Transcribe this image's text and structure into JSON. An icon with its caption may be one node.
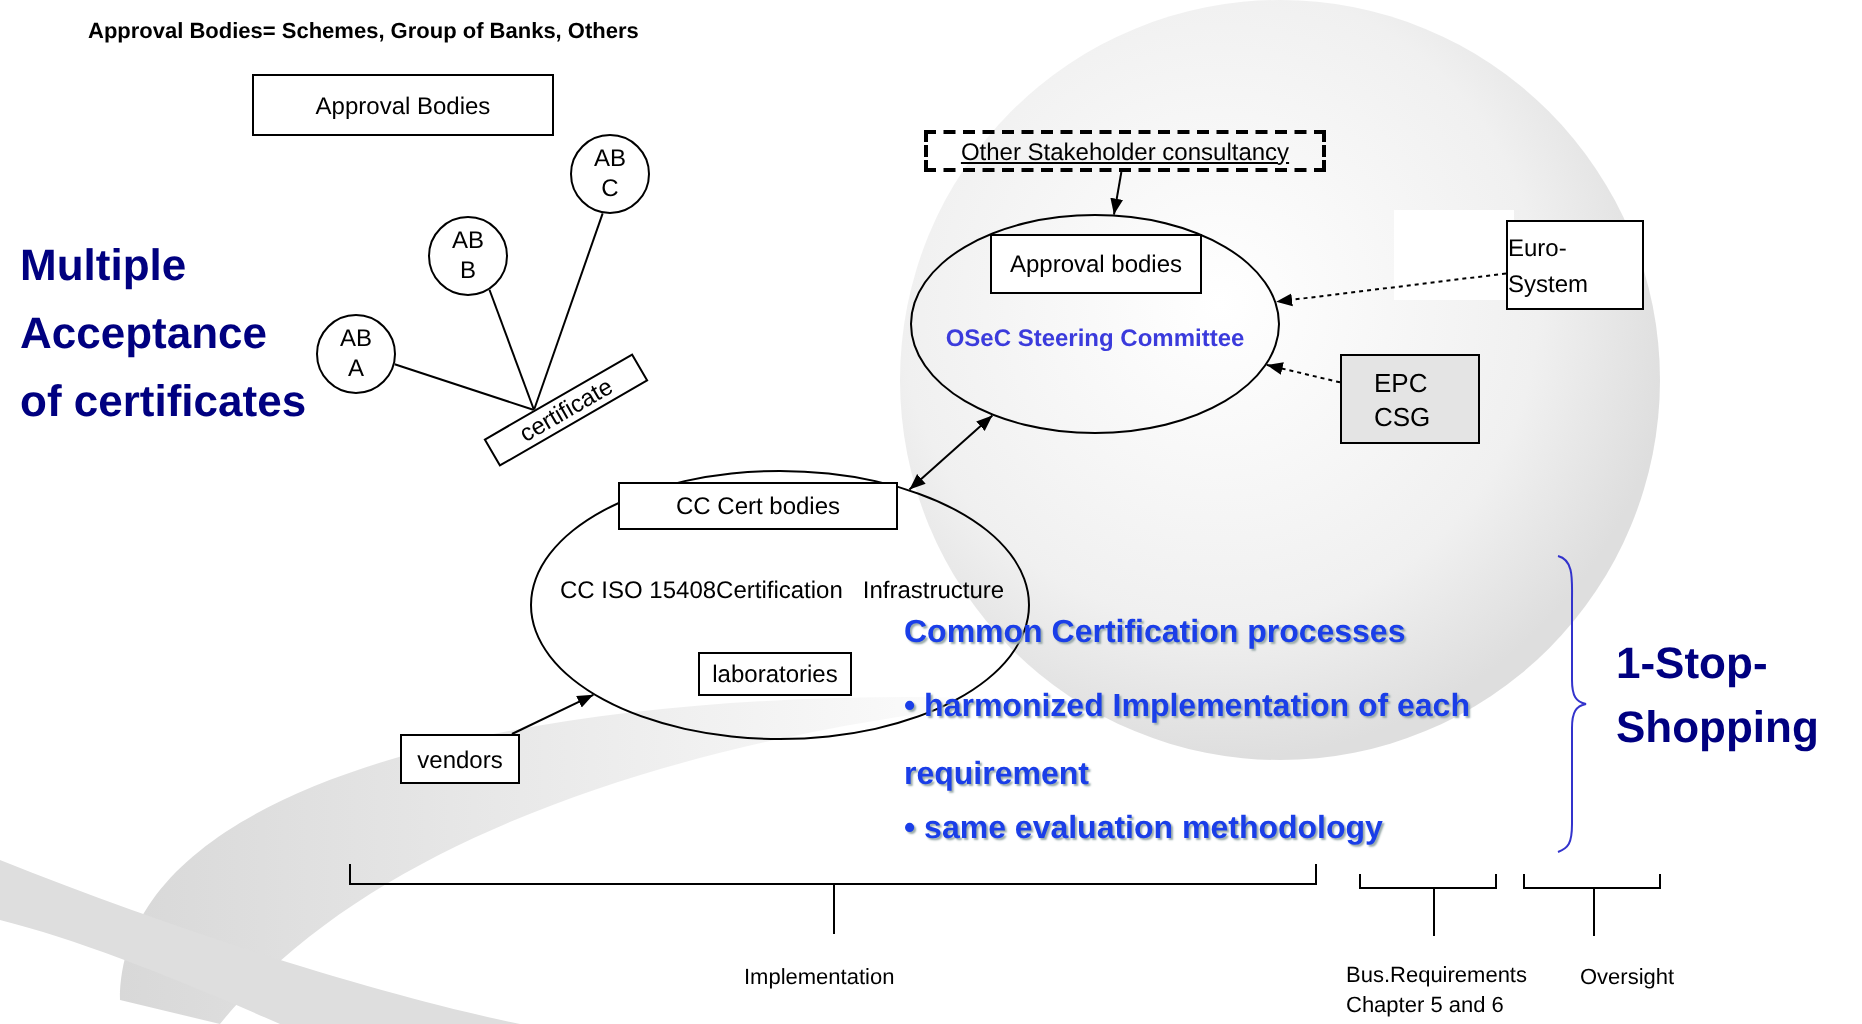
{
  "diagram": {
    "nodes": [
      {
        "text": [
          "Approval Bodies"
        ]
      },
      {
        "text": [
          "AB A"
        ]
      },
      {
        "text": [
          "AB B"
        ]
      },
      {
        "text": [
          "AB C"
        ]
      },
      {
        "text": [
          "certificate"
        ]
      },
      {
        "text": [
          "CC ISO 15408Certification   Infrastructure"
        ]
      },
      {
        "text": [
          "CC Cert bodies"
        ],
        "in": 5
      },
      {
        "text": [
          "laboratories"
        ],
        "in": 5
      },
      {
        "text": [
          "vendors"
        ]
      },
      {
        "text": [
          "Other Stakeholder consultancy"
        ]
      },
      {
        "text": [
          "OSeC Steering Committee"
        ]
      },
      {
        "text": [
          "Approval bodies"
        ],
        "in": 10
      },
      {
        "text": [
          "Euro-System"
        ]
      },
      {
        "text": [
          "EPC CSG"
        ]
      }
    ],
    "edges": [
      {
        "from": 1,
        "to": 4,
        "arrow": "none"
      },
      {
        "from": 2,
        "to": 4,
        "arrow": "none"
      },
      {
        "from": 3,
        "to": 4,
        "arrow": "none"
      },
      {
        "from": 8,
        "to": 5,
        "arrow": "to"
      },
      {
        "from": 5,
        "to": 10,
        "arrow": "both"
      },
      {
        "from": 9,
        "to": 10,
        "arrow": "to"
      },
      {
        "from": 12,
        "to": 10,
        "arrow": "to",
        "style": "dashed"
      },
      {
        "from": 13,
        "to": 10,
        "arrow": "to",
        "style": "dashed"
      }
    ],
    "labels": [
      "Approval Bodies= Schemes, Group of Banks, Others",
      "Multiple Acceptance of certificates",
      "Common Certification processes",
      "• harmonized Implementation of each requirement",
      "• same evaluation methodology",
      "1-Stop-Shopping",
      "Implementation",
      "Bus.Requirements Chapter 5 and 6",
      "Oversight"
    ]
  }
}
